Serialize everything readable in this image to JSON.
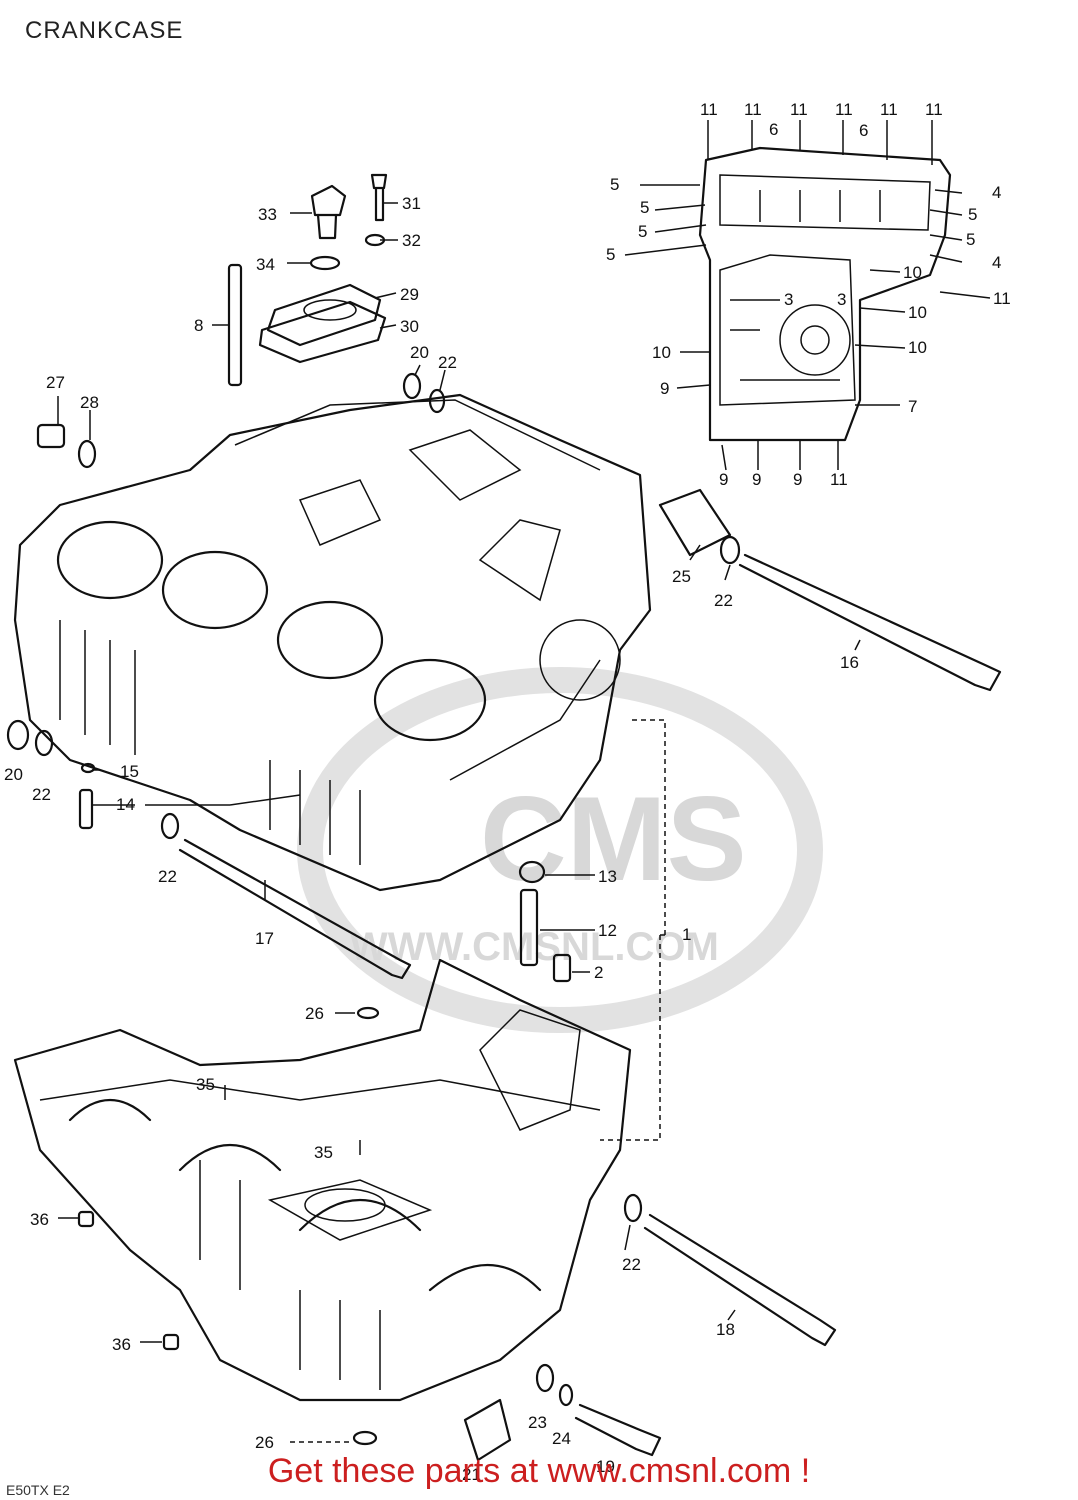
{
  "title": "CRANKCASE",
  "footer": "Get these parts at www.cmsnl.com !",
  "watermark": {
    "logo": "CMS",
    "url": "WWW.CMSNL.COM"
  },
  "model_code": "E50TX  E2",
  "callouts": {
    "top_row": [
      "11",
      "11",
      "11",
      "11",
      "11",
      "11"
    ],
    "c6a": "6",
    "c6b": "6",
    "c5a": "5",
    "c5b": "5",
    "c5c": "5",
    "c5d": "5",
    "c5e": "5",
    "c5f": "5",
    "c4a": "4",
    "c4b": "4",
    "c10a": "10",
    "c10b": "10",
    "c10c": "10",
    "c10d": "10",
    "c11a": "11",
    "c11b": "11",
    "c3a": "3",
    "c3b": "3",
    "c9a": "9",
    "c9b": "9",
    "c9c": "9",
    "c9d": "9",
    "c7": "7",
    "c33": "33",
    "c31": "31",
    "c32": "32",
    "c34": "34",
    "c29": "29",
    "c30": "30",
    "c8": "8",
    "c20a": "20",
    "c22a": "22",
    "c27": "27",
    "c28": "28",
    "c25": "25",
    "c22b": "22",
    "c16": "16",
    "c20b": "20",
    "c22c": "22",
    "c15": "15",
    "c14": "14",
    "c22d": "22",
    "c17": "17",
    "c13": "13",
    "c12": "12",
    "c1": "1",
    "c2": "2",
    "c26a": "26",
    "c35a": "35",
    "c35b": "35",
    "c36a": "36",
    "c36b": "36",
    "c22e": "22",
    "c18": "18",
    "c23": "23",
    "c24": "24",
    "c19": "19",
    "c26b": "26",
    "c21": "21"
  }
}
